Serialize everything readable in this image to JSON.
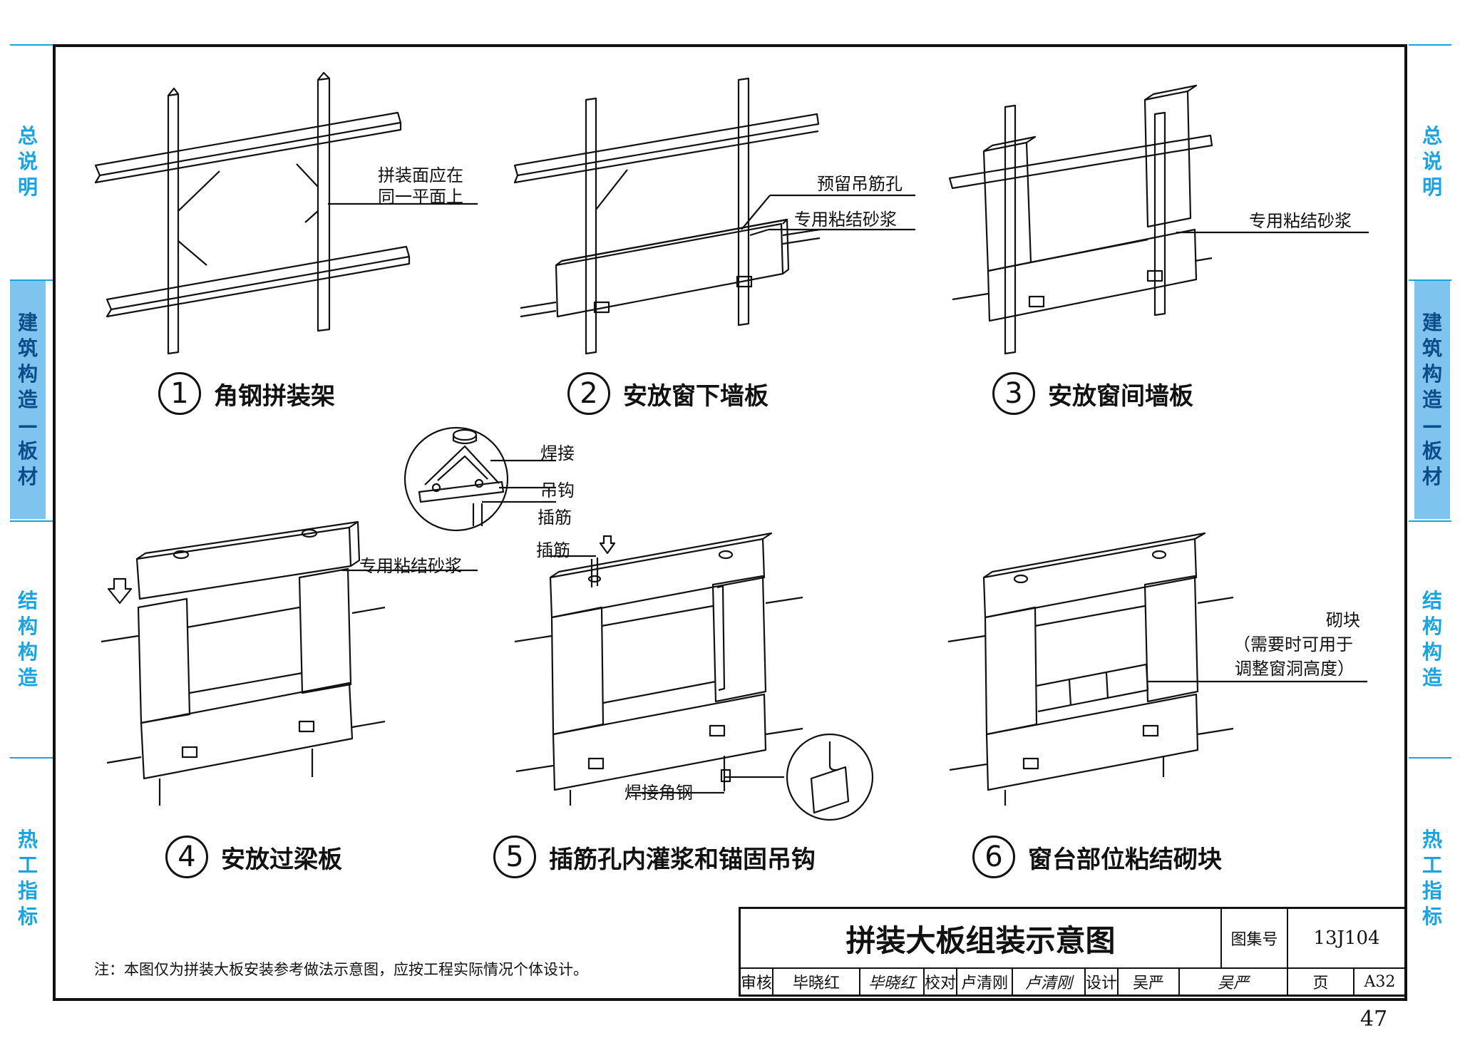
{
  "side_tabs": [
    {
      "label": "总说明"
    },
    {
      "label": "建筑构造—板材"
    },
    {
      "label": "结构构造"
    },
    {
      "label": "热工指标"
    }
  ],
  "steps": [
    {
      "num": "1",
      "title": "角钢拼装架"
    },
    {
      "num": "2",
      "title": "安放窗下墙板"
    },
    {
      "num": "3",
      "title": "安放窗间墙板"
    },
    {
      "num": "4",
      "title": "安放过梁板"
    },
    {
      "num": "5",
      "title": "插筋孔内灌浆和锚固吊钩"
    },
    {
      "num": "6",
      "title": "窗台部位粘结砌块"
    }
  ],
  "annotations": {
    "same_plane_1": "拼装面应在",
    "same_plane_2": "同一平面上",
    "reserved_hole": "预留吊筋孔",
    "mortar_2": "专用粘结砂浆",
    "mortar_3": "专用粘结砂浆",
    "weld": "焊接",
    "hook": "吊钩",
    "rebar_detail": "插筋",
    "rebar_5": "插筋",
    "mortar_4": "专用粘结砂浆",
    "weld_angle": "焊接角钢",
    "block_1": "砌块",
    "block_2": "（需要时可用于",
    "block_3": "调整窗洞高度）"
  },
  "note": "注：本图仅为拼装大板安装参考做法示意图，应按工程实际情况个体设计。",
  "title_block": {
    "title": "拼装大板组装示意图",
    "atlas_label": "图集号",
    "atlas_no": "13J104",
    "review_label": "审核",
    "review_name": "毕晓红",
    "review_sig": "毕晓红",
    "check_label": "校对",
    "check_name": "卢清刚",
    "check_sig": "卢清刚",
    "design_label": "设计",
    "design_name": "吴严",
    "design_sig": "吴严",
    "page_label": "页",
    "page_code": "A32"
  },
  "page_number": "47",
  "colors": {
    "accent": "#1aa3e0",
    "active_tab": "#7fc4ee",
    "ink": "#111111"
  }
}
